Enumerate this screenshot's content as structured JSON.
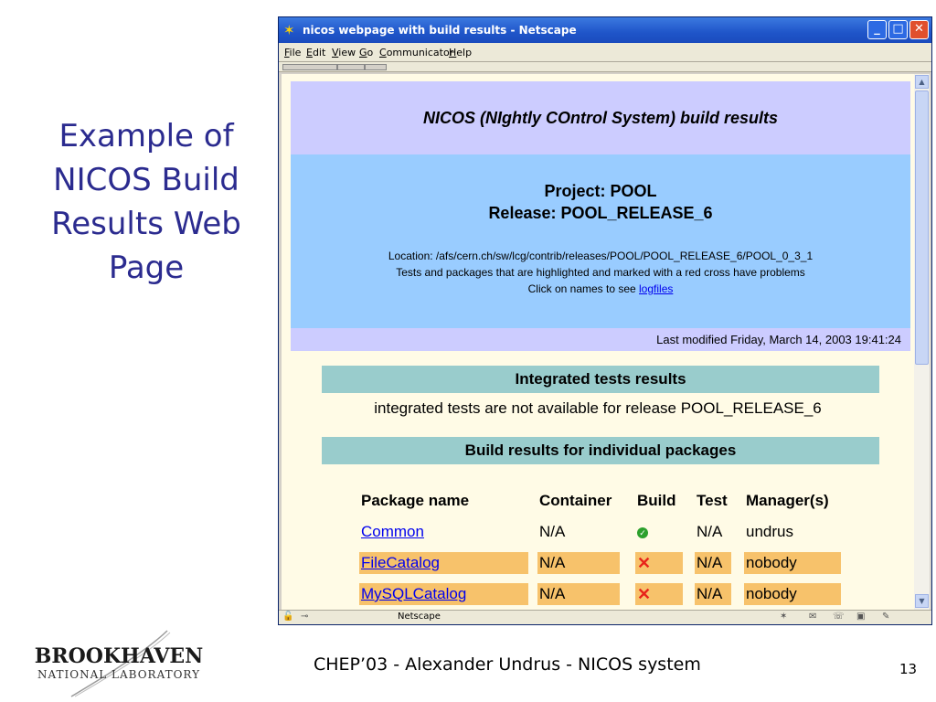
{
  "slide": {
    "title_lines": [
      "Example of",
      "NICOS Build",
      "Results Web",
      "Page"
    ],
    "footer": "CHEP’03  -  Alexander Undrus  -  NICOS system",
    "page_number": "13",
    "logo": {
      "line1": "BROOKHAVEN",
      "line2": "NATIONAL LABORATORY"
    }
  },
  "browser": {
    "window_title": "nicos webpage with build results - Netscape",
    "menu": [
      "File",
      "Edit",
      "View",
      "Go",
      "Communicator",
      "Help"
    ],
    "status_text": "Netscape"
  },
  "page": {
    "main_title": "NICOS (NIghtly COntrol System) build results",
    "project": "Project: POOL",
    "release": "Release: POOL_RELEASE_6",
    "location": "Location: /afs/cern.ch/sw/lcg/contrib/releases/POOL/POOL_RELEASE_6/POOL_0_3_1",
    "problems_note": "Tests and packages that are highlighted and marked with a red cross have problems",
    "logfiles_prefix": "Click on names to see ",
    "logfiles_link": "logfiles",
    "last_modified": "Last modified Friday, March 14, 2003 19:41:24",
    "integrated_header": "Integrated tests results",
    "integrated_notice": "integrated tests are not available for release POOL_RELEASE_6",
    "packages_header": "Build results for individual packages",
    "table_headers": [
      "Package name",
      "Container",
      "Build",
      "Test",
      "Manager(s)"
    ],
    "rows": [
      {
        "name": "Common",
        "container": "N/A",
        "build": "ok",
        "test": "N/A",
        "manager": "undrus",
        "problem": false
      },
      {
        "name": "FileCatalog",
        "container": "N/A",
        "build": "fail",
        "test": "N/A",
        "manager": "nobody",
        "problem": true
      },
      {
        "name": "MySQLCatalog",
        "container": "N/A",
        "build": "fail",
        "test": "N/A",
        "manager": "nobody",
        "problem": true
      }
    ]
  },
  "colors": {
    "title_text": "#2b2b8f",
    "header_band": "#ccccff",
    "info_band": "#99ccff",
    "section_band": "#99cccc",
    "problem_highlight": "#f7c26b",
    "page_background": "#fffbe6"
  }
}
